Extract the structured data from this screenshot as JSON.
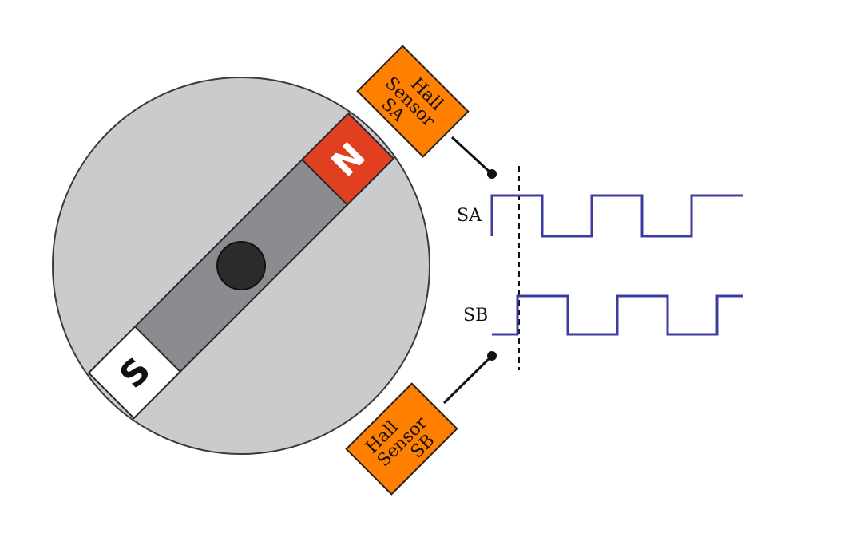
{
  "rotor": {
    "disc_color": "#cbcacc",
    "bar_color": "#8c8b8f",
    "hub_color": "#2b2b2b",
    "north_pole": {
      "label": "N",
      "color": "#e0401f"
    },
    "south_pole": {
      "label": "S",
      "color": "#ffffff"
    }
  },
  "sensors": [
    {
      "id": "SA",
      "lines": [
        "Hall",
        "Sensor",
        "SA"
      ],
      "color": "#ff7f00"
    },
    {
      "id": "SB",
      "lines": [
        "Hall",
        "Sensor",
        "SB"
      ],
      "color": "#ff7f00"
    }
  ],
  "signals": {
    "line_color": "#3c3ca0",
    "SA": {
      "label": "SA"
    },
    "SB": {
      "label": "SB"
    }
  }
}
